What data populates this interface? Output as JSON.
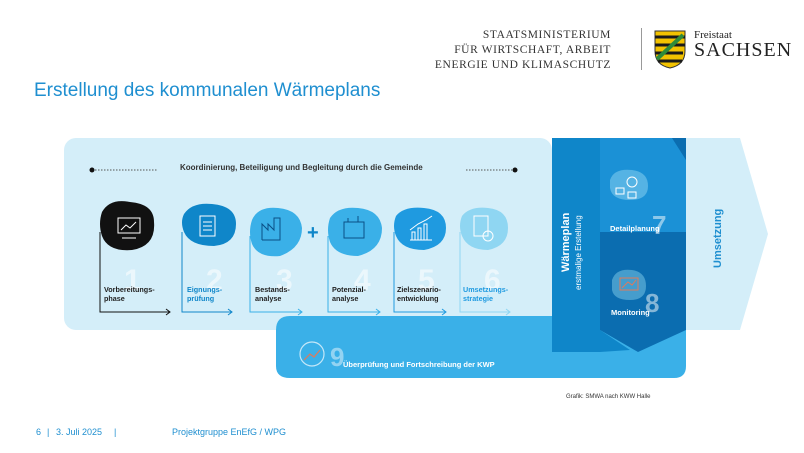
{
  "header": {
    "ministry_lines": [
      "STAATSMINISTERIUM",
      "FÜR WIRTSCHAFT, ARBEIT",
      "ENERGIE UND KLIMASCHUTZ"
    ],
    "freistaat": "Freistaat",
    "sachsen": "SACHSEN"
  },
  "title": "Erstellung des kommunalen Wärmeplans",
  "coordination": "Koordinierung, Beteiligung und Begleitung durch die Gemeinde",
  "steps": [
    {
      "num": "1",
      "label_l1": "Vorbereitungs-",
      "label_l2": "phase"
    },
    {
      "num": "2",
      "label_l1": "Eignungs-",
      "label_l2": "prüfung"
    },
    {
      "num": "3",
      "label_l1": "Bestands-",
      "label_l2": "analyse"
    },
    {
      "num": "4",
      "label_l1": "Potenzial-",
      "label_l2": "analyse"
    },
    {
      "num": "5",
      "label_l1": "Zielszenario-",
      "label_l2": "entwicklung"
    },
    {
      "num": "6",
      "label_l1": "Umsetzungs-",
      "label_l2": "strategie"
    }
  ],
  "plus": "+",
  "waermeplan": {
    "title": "Wärmeplan",
    "subtitle": "erstmalige Erstellung"
  },
  "detail": {
    "num": "7",
    "label": "Detailplanung"
  },
  "monitoring": {
    "num": "8",
    "label": "Monitoring"
  },
  "umsetzung": "Umsetzung",
  "review": {
    "num": "9",
    "label": "Überprüfung und Fortschreibung der KWP"
  },
  "credit": "Grafik: SMWA nach KWW Halle",
  "footer": {
    "page": "6",
    "sep1": "|",
    "date": "3. Juli 2025",
    "sep2": "|",
    "project": "Projektgruppe EnEfG / WPG"
  },
  "colors": {
    "light": "#d4eef9",
    "mid": "#3ab0e8",
    "dark": "#0f86c9",
    "darker": "#0b6db0",
    "accent": "#1f8fd0",
    "black": "#111111"
  }
}
